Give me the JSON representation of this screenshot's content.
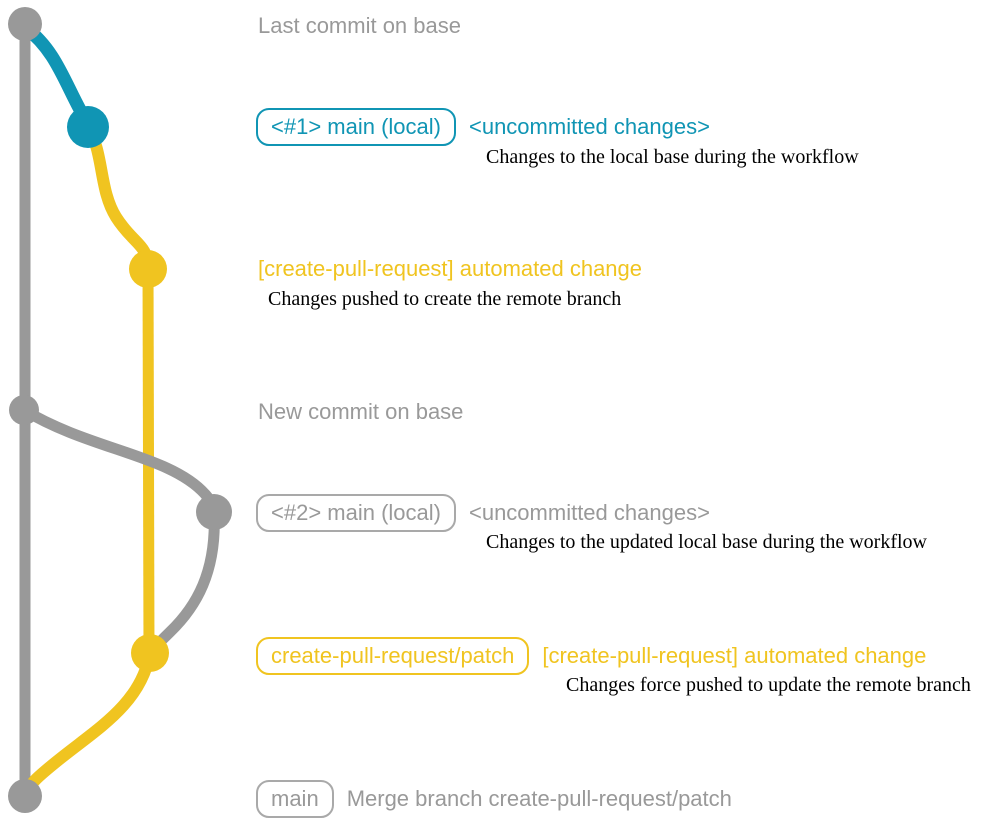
{
  "colors": {
    "base_gray": "#999999",
    "local_teal": "#1095b4",
    "branch_yellow": "#f0c420",
    "description_black": "#000000"
  },
  "graph": {
    "nodes": [
      "last-commit-on-base",
      "local-base-change-commit",
      "remote-branch-commit-1",
      "new-commit-on-base",
      "updated-local-base-commit",
      "remote-branch-commit-2",
      "merge-commit"
    ]
  },
  "annotations": {
    "last_commit_label": "Last commit on base",
    "new_commit_label": "New commit on base",
    "pr1": {
      "badge": "<#1> main (local)",
      "title": "<uncommitted changes>",
      "description": "Changes to the local base during the workflow"
    },
    "push1": {
      "title": "[create-pull-request] automated change",
      "description": "Changes pushed to create the remote branch"
    },
    "pr2": {
      "badge": "<#2> main (local)",
      "title": "<uncommitted changes>",
      "description": "Changes to the updated local base during the workflow"
    },
    "push2": {
      "badge": "create-pull-request/patch",
      "title": "[create-pull-request] automated change",
      "description": "Changes force pushed to update the remote branch"
    },
    "merge": {
      "badge": "main",
      "label": "Merge branch create-pull-request/patch"
    }
  }
}
